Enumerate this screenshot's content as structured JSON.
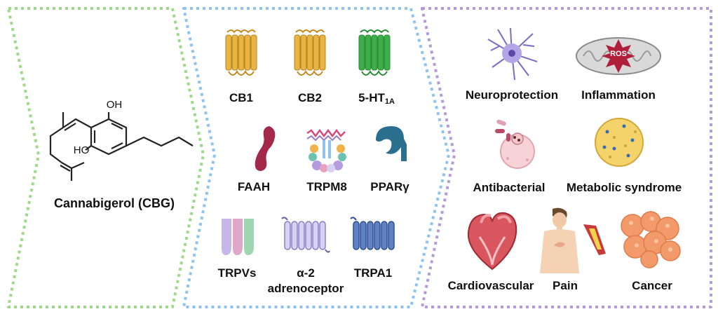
{
  "compound": {
    "name": "Cannabigerol (CBG)",
    "oh_top": "OH",
    "oh_bottom": "HO"
  },
  "targets": {
    "cb1": "CB1",
    "cb2": "CB2",
    "ht1a": "5-HT",
    "ht1a_sub": "1A",
    "faah": "FAAH",
    "trpm8": "TRPM8",
    "ppar": "PPARγ",
    "trpvs": "TRPVs",
    "alpha2_line1": "α-2",
    "alpha2_line2": "adrenoceptor",
    "trpa1": "TRPA1"
  },
  "effects": {
    "neuro": "Neuroprotection",
    "inflam": "Inflammation",
    "ros": "ROS",
    "antibac": "Antibacterial",
    "metabolic": "Metabolic syndrome",
    "cardio": "Cardiovascular",
    "pain": "Pain",
    "cancer": "Cancer"
  },
  "colors": {
    "panel1_border": "#9ed98a",
    "panel2_border": "#8fc3ee",
    "panel3_border": "#b49ad8",
    "gpcr_gold": "#e8b443",
    "gpcr_green": "#3dae4a",
    "faah": "#a3294a",
    "ppar": "#2b6f8f",
    "trpa1": "#5f82c4",
    "alpha2": "#c9c3ec"
  },
  "icons": [
    "gpcr-cb1-icon",
    "gpcr-cb2-icon",
    "gpcr-5ht1a-icon",
    "faah-enzyme-icon",
    "trpm8-channel-icon",
    "ppar-gamma-icon",
    "trpv-channel-icon",
    "alpha2-receptor-icon",
    "trpa1-channel-icon",
    "neuron-icon",
    "mitochondrion-icon",
    "bacteria-cell-icon",
    "fat-cell-icon",
    "heart-icon",
    "person-pain-icon",
    "blood-vessel-icon",
    "tumor-cells-icon"
  ]
}
